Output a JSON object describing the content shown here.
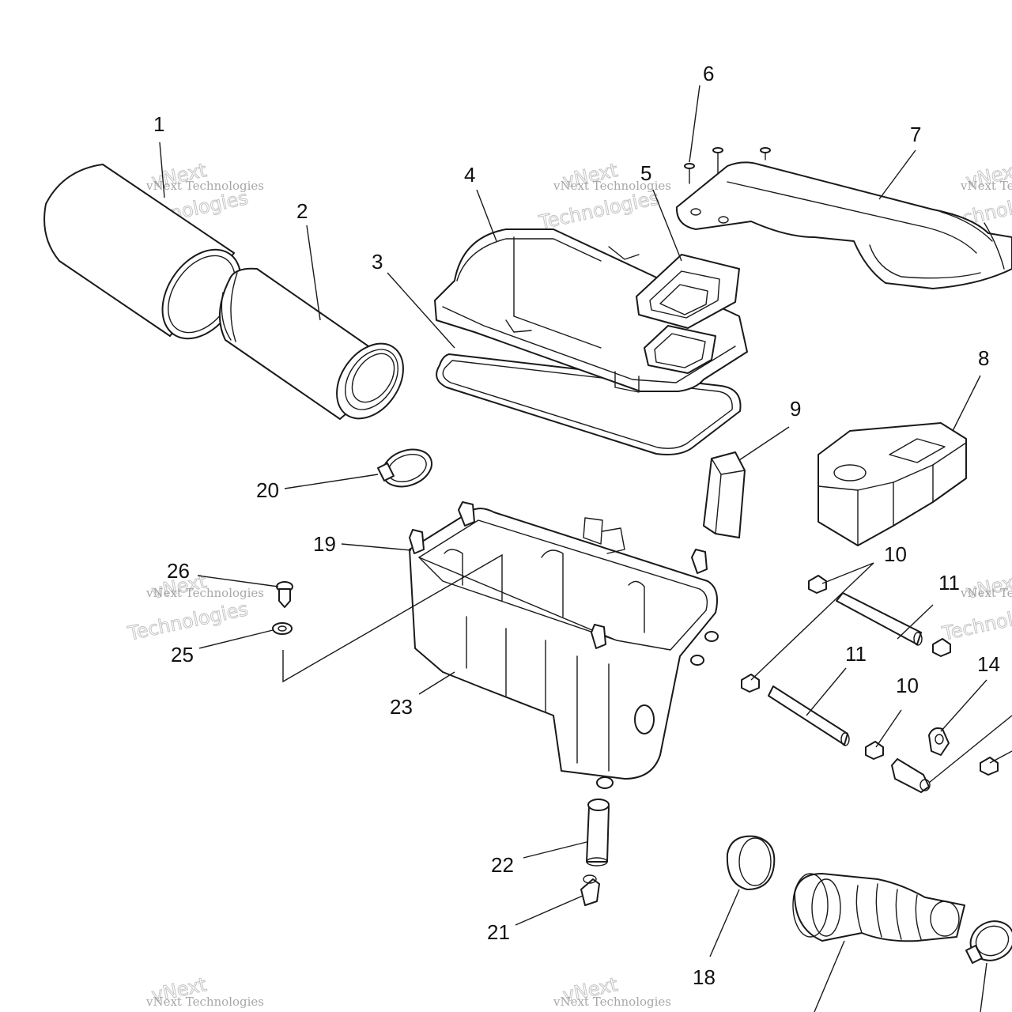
{
  "callouts": [
    {
      "id": "c1",
      "label": "1"
    },
    {
      "id": "c2",
      "label": "2"
    },
    {
      "id": "c3",
      "label": "3"
    },
    {
      "id": "c4",
      "label": "4"
    },
    {
      "id": "c5",
      "label": "5"
    },
    {
      "id": "c6",
      "label": "6"
    },
    {
      "id": "c7",
      "label": "7"
    },
    {
      "id": "c8",
      "label": "8"
    },
    {
      "id": "c9",
      "label": "9"
    },
    {
      "id": "c10a",
      "label": "10"
    },
    {
      "id": "c10b",
      "label": "10"
    },
    {
      "id": "c11a",
      "label": "11"
    },
    {
      "id": "c11b",
      "label": "11"
    },
    {
      "id": "c14",
      "label": "14"
    },
    {
      "id": "c18",
      "label": "18"
    },
    {
      "id": "c19",
      "label": "19"
    },
    {
      "id": "c20",
      "label": "20"
    },
    {
      "id": "c21",
      "label": "21"
    },
    {
      "id": "c22",
      "label": "22"
    },
    {
      "id": "c23",
      "label": "23"
    },
    {
      "id": "c25",
      "label": "25"
    },
    {
      "id": "c26",
      "label": "26"
    }
  ],
  "watermark": {
    "brand": "vNext",
    "line": "vNext Technologies",
    "word": "Technologies"
  },
  "colors": {
    "line": "#1a1a1a",
    "background": "#ffffff",
    "watermark": "#b5b5b5"
  }
}
